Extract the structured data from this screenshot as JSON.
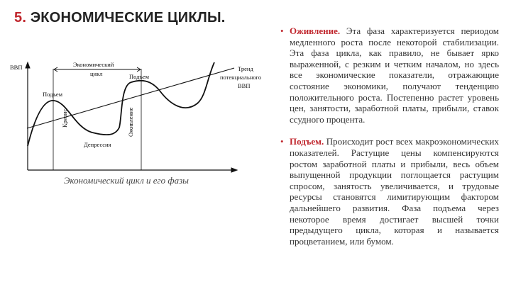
{
  "title": {
    "number": "5.",
    "text": " ЭКОНОМИЧЕСКИЕ ЦИКЛЫ",
    "dot": "."
  },
  "diagram": {
    "y_axis_label": "ВВП",
    "cycle_label_1": "Экономический",
    "cycle_label_2": "цикл",
    "peak_1": "Подъем",
    "peak_2": "Подъем",
    "crisis": "Кризис",
    "depression": "Депрессия",
    "revival": "Оживление",
    "trend_1": "Тренд",
    "trend_2": "потенциального",
    "trend_3": "ВВП",
    "caption": "Экономический цикл и его фазы"
  },
  "paragraphs": [
    {
      "term": "Оживление.",
      "text": " Эта фаза характеризуется периодом медленного роста после некоторой стабилизации. Эта фаза цикла, как правило, не бывает ярко выраженной, с резким и четким началом, но здесь все экономические показатели, отражающие состояние экономики, получают тенденцию положительного роста. Постепенно растет уровень цен, занятости, заработной платы, прибыли, ставок ссудного процента."
    },
    {
      "term": "Подъем.",
      "text": " Происходит рост всех макроэкономических показателей. Растущие цены компенсируются ростом заработной платы и прибыли, весь объем выпущенной продукции поглощается растущим спросом, занятость увеличивается, и трудовые ресурсы становятся лимитирующим фактором дальнейшего развития. Фаза подъема через некоторое время достигает высшей точки предыдущего цикла, которая и называется процветанием, или бумом."
    }
  ]
}
